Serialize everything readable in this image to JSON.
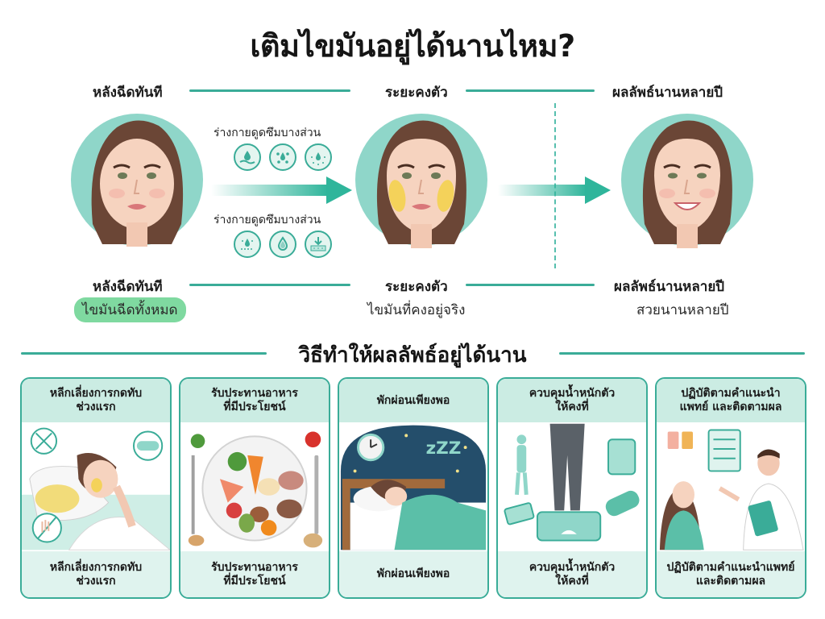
{
  "title": "เติมไขมันอยู่ได้นานไหม?",
  "colors": {
    "accent": "#3aac98",
    "face_circle": "#8fd6c9",
    "pill": "#7fd9a0",
    "card_header": "#cbece3",
    "card_footer": "#dff3ee",
    "arrow": "#2fb59b",
    "fat": "#f4d25a"
  },
  "timeline": {
    "stages": [
      {
        "label_top": "หลังฉีดทันที",
        "label_bottom": "หลังฉีดทันที",
        "caption": "ไขมันฉีดทั้งหมด",
        "face": "full-face-immediately-after"
      },
      {
        "label_top": "ระยะคงตัว",
        "label_bottom": "ระยะคงตัว",
        "caption": "ไขมันที่คงอยู่จริง",
        "face": "face-with-retained-fat"
      },
      {
        "label_top": "ผลลัพธ์นานหลายปี",
        "label_bottom": "ผลลัพธ์นานหลายปี",
        "caption": "สวยนานหลายปี",
        "face": "smiling-face-long-term"
      }
    ],
    "absorption": [
      {
        "text": "ร่างกายดูดซึมบางส่วน",
        "icons": [
          "water-drop-wave-icon",
          "multiple-drops-icon",
          "drop-dispersing-icon"
        ]
      },
      {
        "text": "ร่างกายดูดซึมบางส่วน",
        "icons": [
          "drop-dotted-icon",
          "single-drop-icon",
          "absorb-down-arrow-icon"
        ]
      }
    ]
  },
  "tips_section": {
    "title": "วิธีทำให้ผลลัพธ์อยู่ได้นาน",
    "cards": [
      {
        "title": "หลีกเลี่ยงการกดทับ\nช่วงแรก",
        "footer": "หลีกเลี่ยงการกดทับ\nช่วงแรก",
        "art": "woman-sleeping-avoid-pressure"
      },
      {
        "title": "รับประทานอาหาร\nที่มีประโยชน์",
        "footer": "รับประทานอาหาร\nที่มีประโยชน์",
        "art": "healthy-food-plate"
      },
      {
        "title": "พักผ่อนเพียงพอ",
        "footer": "พักผ่อนเพียงพอ",
        "art": "woman-sleeping-night"
      },
      {
        "title": "ควบคุมน้ำหนักตัว\nให้คงที่",
        "footer": "ควบคุมน้ำหนักตัว\nให้คงที่",
        "art": "weight-scale-control"
      },
      {
        "title": "ปฏิบัติตามคำแนะนำ\nแพทย์ และติดตามผล",
        "footer": "ปฏิบัติตามคำแนะนำแพทย์\nและติดตามผล",
        "art": "doctor-consultation"
      }
    ]
  }
}
